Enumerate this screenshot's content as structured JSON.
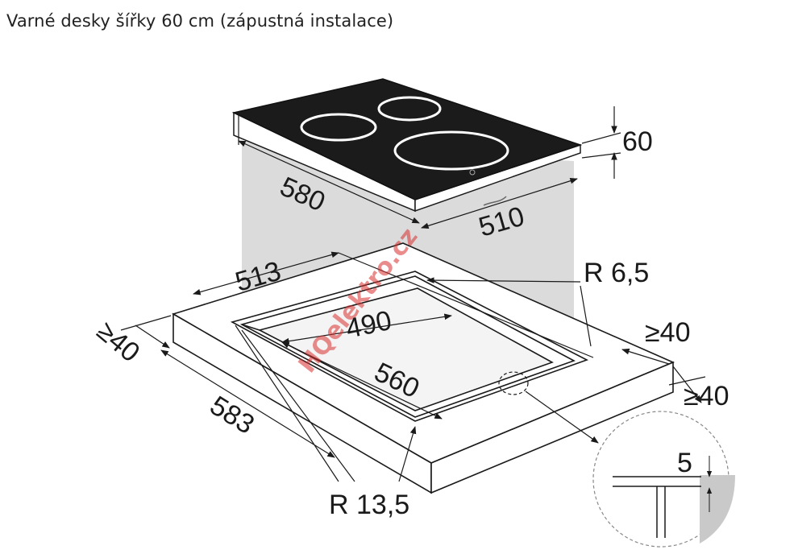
{
  "title": "Varné desky šířky 60 cm (zápustná instalace)",
  "dimensions": {
    "height": "60",
    "hob_depth": "580",
    "hob_width": "510",
    "cutout_outer": "513",
    "radius_small": "R 6,5",
    "cutout_inner": "490",
    "side_left": "≥40",
    "side_right_top": "≥40",
    "side_right_bottom": "≥40",
    "inner_length": "560",
    "outer_length": "583",
    "radius_large": "R 13,5",
    "detail_step": "5"
  },
  "watermark": "HQelektro.cz",
  "colors": {
    "glass": "#1b1b1b",
    "shade": "#cfcfcf",
    "line": "#1a1a1a"
  }
}
